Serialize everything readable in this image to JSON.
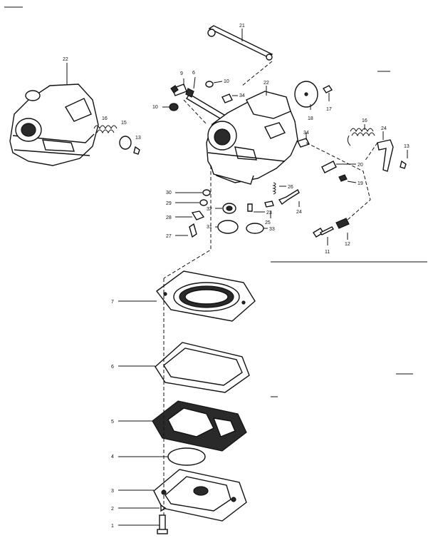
{
  "callouts": {
    "c1": "1",
    "c2": "2",
    "c3": "3",
    "c4": "4",
    "c5": "5",
    "c6": "6",
    "c7": "7",
    "c6b": "6",
    "c9": "9",
    "c10a": "10",
    "c10b": "10",
    "c11": "11",
    "c12": "12",
    "c13a": "13",
    "c13b": "13",
    "c15": "15",
    "c16a": "16",
    "c16b": "16",
    "c17": "17",
    "c18": "18",
    "c19": "19",
    "c20": "20",
    "c21": "21",
    "c22a": "22",
    "c22b": "22",
    "c23": "23",
    "c24a": "24",
    "c24b": "24",
    "c25": "25",
    "c26": "26",
    "c27": "27",
    "c28": "28",
    "c29": "29",
    "c30": "30",
    "c31": "31",
    "c32": "32",
    "c33": "33",
    "c34a": "34",
    "c34b": "34"
  }
}
